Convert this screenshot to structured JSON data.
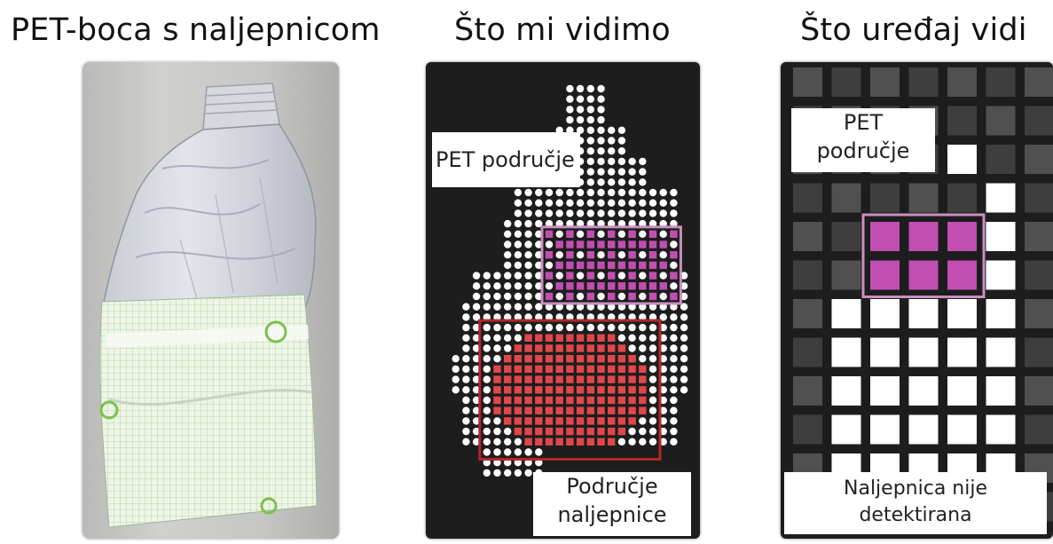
{
  "titles": {
    "photo": "PET-boca s naljepnicom",
    "seen": "Što mi vidimo",
    "device": "Što uređaj vidi"
  },
  "seen_panel": {
    "pet_area_label": "PET područje",
    "label_area_line1": "Područje",
    "label_area_line2": "naljepnice"
  },
  "device_panel": {
    "pet_area_line1": "PET",
    "pet_area_line2": "područje",
    "not_detected_line1": "Naljepnica nije",
    "not_detected_line2": "detektirana"
  },
  "colors": {
    "background_dark": "#1d1d1d",
    "dot_white": "#ffffff",
    "pet_purple": "#c04fb1",
    "pet_box": "#c98fc0",
    "label_red": "#e0474a",
    "label_box": "#b3262b",
    "grid_gray": "#4a4a4a"
  }
}
